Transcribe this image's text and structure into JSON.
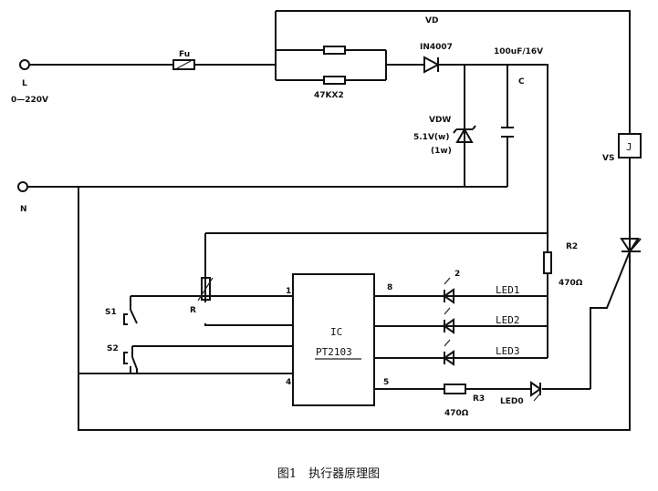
{
  "labels": {
    "L": "L",
    "supply": "0—220V",
    "N": "N",
    "fuse": "Fu",
    "resistors": "47KX2",
    "vd": "VD",
    "diode": "IN4007",
    "cap_value": "100uF/16V",
    "cap": "C",
    "zener": "VDW",
    "zener_v": "5.1V(w)",
    "zener_p": "(1w)",
    "relay": "J",
    "vs": "VS",
    "r2": "R2",
    "r2_value": "470Ω",
    "r": "R",
    "s1": "S1",
    "s2": "S2",
    "ic": "IC",
    "ic_part": "PT2103",
    "pin1": "1",
    "pin4": "4",
    "pin8": "8",
    "pin5": "5",
    "pin2": "2",
    "led1": "LED1",
    "led2": "LED2",
    "led3": "LED3",
    "r3": "R3",
    "r3_value": "470Ω",
    "led0": "LED0"
  },
  "caption": "图1　执行器原理图"
}
